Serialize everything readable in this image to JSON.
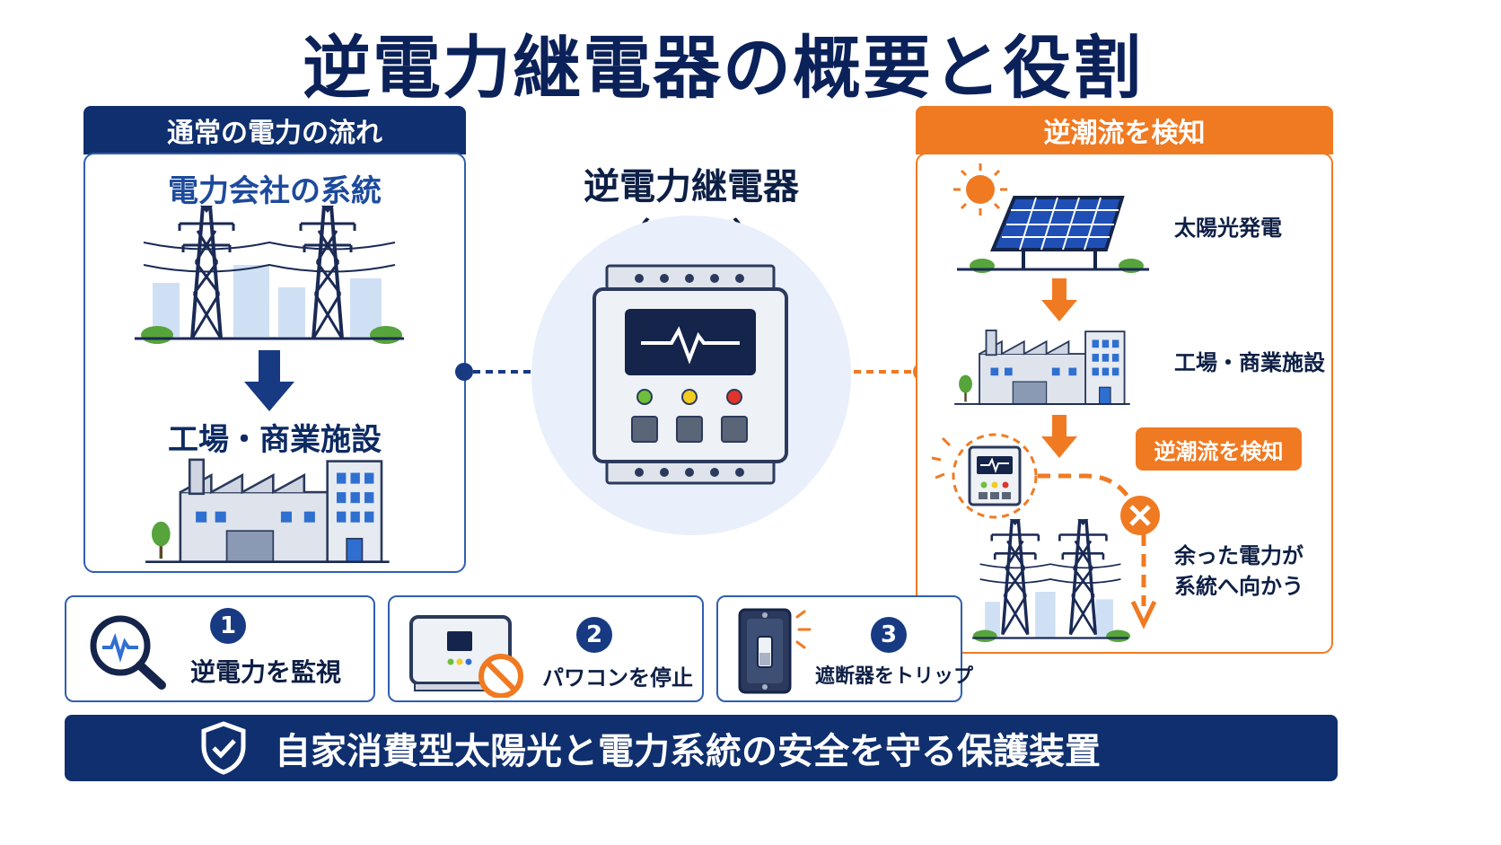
{
  "title": "逆電力継電器の概要と役割",
  "left_panel": {
    "tag": "通常の電力の流れ",
    "grid_label": "電力会社の系統",
    "facility_label": "工場・商業施設"
  },
  "center": {
    "title_line1": "逆電力継電器",
    "title_line2": "（RPR）"
  },
  "right_panel": {
    "tag": "逆潮流を検知",
    "solar_label": "太陽光発電",
    "facility_label": "工場・商業施設",
    "detect_badge": "逆潮流を検知",
    "surplus_line1": "余った電力が",
    "surplus_line2": "系統へ向かう"
  },
  "roles": [
    {
      "number": "1",
      "label": "逆電力を監視",
      "icon": "magnifier-waveform-icon"
    },
    {
      "number": "2",
      "label": "パワコンを停止",
      "icon": "inverter-stop-icon"
    },
    {
      "number": "3",
      "label": "遮断器をトリップ",
      "icon": "breaker-trip-icon"
    }
  ],
  "footer": {
    "text": "自家消費型太陽光と電力系統の安全を守る保護装置",
    "icon": "shield-check-icon"
  },
  "colors": {
    "navy": "#0f2f6e",
    "blue_border": "#2f5fb0",
    "orange": "#f07a22",
    "light_blue_circle": "#e9f0fb"
  }
}
